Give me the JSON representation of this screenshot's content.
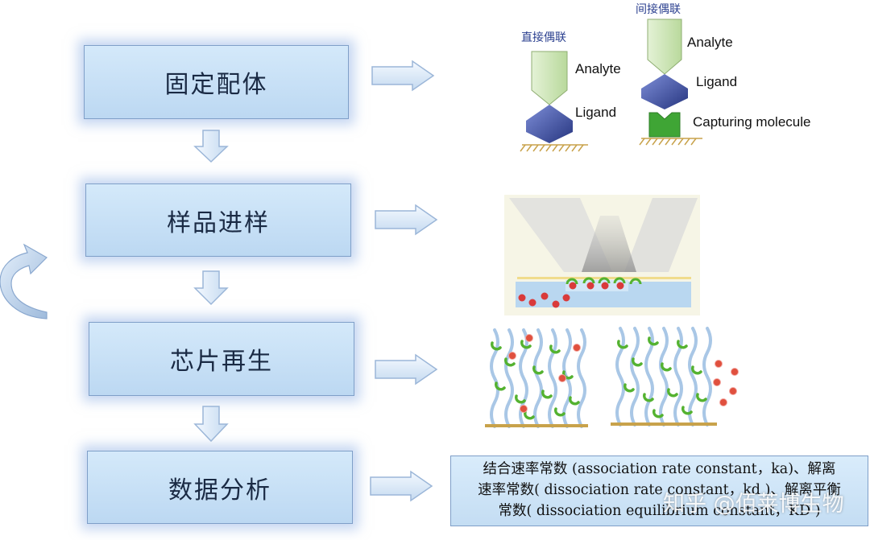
{
  "steps": {
    "immobilize": "固定配体",
    "injection": "样品进样",
    "regeneration": "芯片再生",
    "analysis": "数据分析"
  },
  "coupling": {
    "direct_title": "直接偶联",
    "indirect_title": "间接偶联",
    "analyte": "Analyte",
    "ligand": "Ligand",
    "capturing": "Capturing molecule"
  },
  "result_text": {
    "line1": "结合速率常数 (association rate constant，ka)、解离",
    "line2": "速率常数( dissociation rate constant，kd )、解离平衡",
    "line3": "常数( dissociation equilibrium constant，KD )"
  },
  "watermark": "知乎 @佰莱博生物",
  "colors": {
    "box_fill": "#c8e0f5",
    "box_border": "#7f9fc8",
    "analyte": "#cfe6b5",
    "ligand": "#3d4fa6",
    "capturing": "#3fa535",
    "surface": "#c8a24b"
  }
}
